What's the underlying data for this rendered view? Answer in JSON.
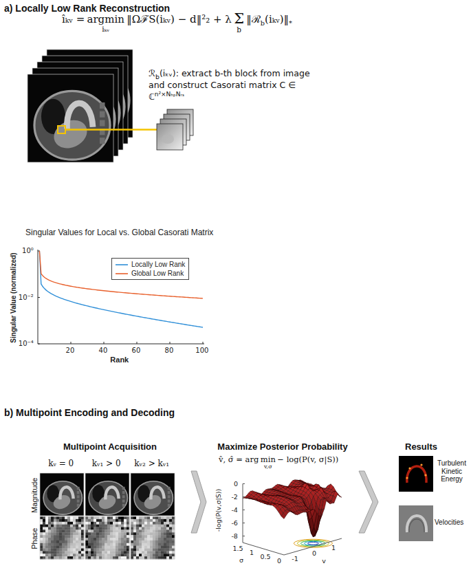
{
  "diagram": {
    "nodes": [
      {
        "text": [
          "Multipoint Acquisition"
        ]
      },
      {
        "text": [
          "Maximize Posterior Probability"
        ]
      },
      {
        "text": [
          "Results"
        ]
      }
    ],
    "edges": [
      {
        "from": 0,
        "to": 1,
        "arrow": "to"
      },
      {
        "from": 1,
        "to": 2,
        "arrow": "to"
      }
    ],
    "labels": [
      "a) Locally Low Rank Reconstruction",
      "îₖᵥ =",
      "argmin",
      "iₖᵥ",
      "‖ΩℱS(iₖᵥ) − d‖²₂ + λ",
      "Σ",
      "b",
      "‖ℛ",
      "b",
      "(iₖᵥ)‖",
      "*",
      "ℛ",
      "b",
      "(iₖᵥ): extract b-th block from image and construct Casorati matrix C ∈ ℂ",
      "n²×NₕₚNᵣₛ",
      "Singular Values for Local vs. Global Casorati Matrix",
      "Singular Value (normalized)",
      "10⁰",
      "10⁻²",
      "10⁻⁴",
      "20",
      "40",
      "60",
      "80",
      "100",
      "Rank",
      "b) Multipoint Encoding and Decoding",
      "kᵥ = 0",
      "kᵥ₁ > 0",
      "kᵥ₂ > kᵥ₁",
      "Magnitude",
      "Phase",
      "v̂, σ̂ = arg",
      "min",
      "v,σ",
      "− log(P(v, σ|S))",
      "-log(P(v,σ|S))",
      "0",
      "-2",
      "-4",
      "-6",
      "-8",
      "σ",
      "1.5",
      "1",
      "0.5",
      "0",
      "v",
      "-1",
      "0",
      "1",
      "Turbulent Kinetic Energy",
      "Velocities"
    ],
    "legend": [
      {
        "text": "Locally Low Rank",
        "color": "#2f8fd8"
      },
      {
        "text": "Global Low Rank",
        "color": "#e8602c"
      }
    ]
  }
}
